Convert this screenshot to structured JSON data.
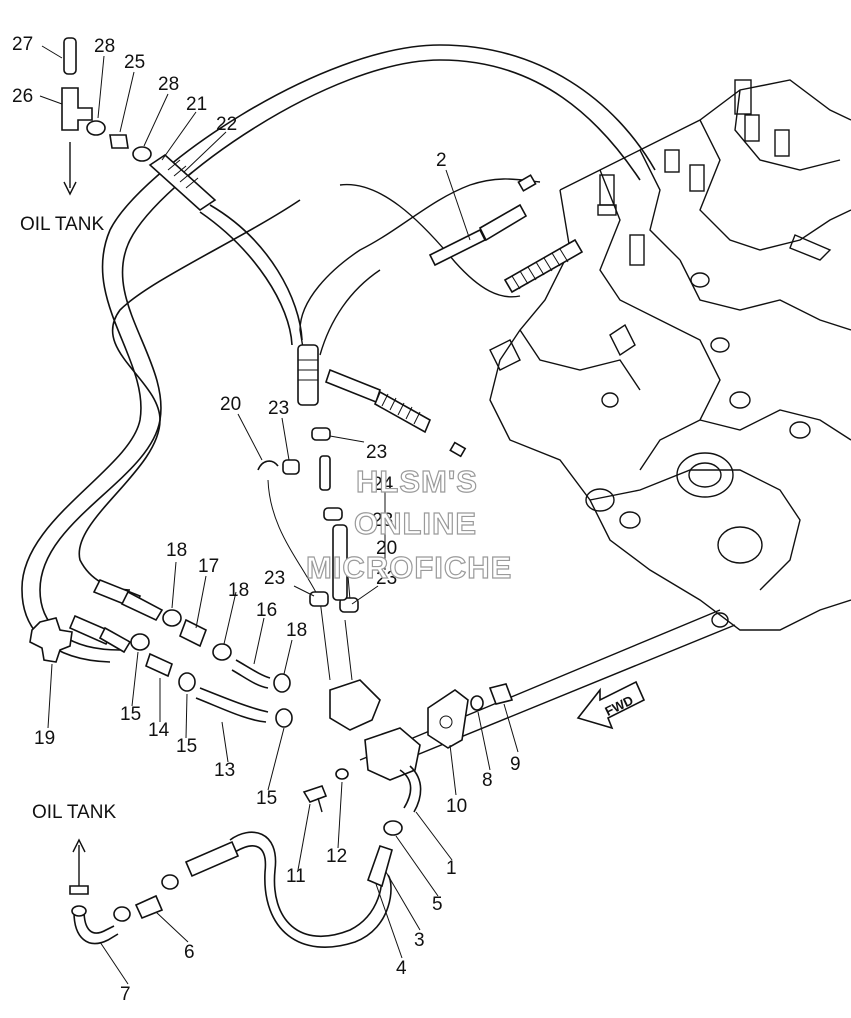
{
  "callouts": {
    "c1": "1",
    "c2": "2",
    "c3": "3",
    "c4": "4",
    "c5": "5",
    "c6": "6",
    "c7": "7",
    "c8": "8",
    "c9": "9",
    "c10": "10",
    "c11": "11",
    "c12": "12",
    "c13": "13",
    "c14": "14",
    "c15a": "15",
    "c15b": "15",
    "c15c": "15",
    "c16": "16",
    "c17": "17",
    "c18a": "18",
    "c18b": "18",
    "c18c": "18",
    "c19": "19",
    "c20a": "20",
    "c20b": "20",
    "c21": "21",
    "c22": "22",
    "c23a": "23",
    "c23b": "23",
    "c23c": "23",
    "c23d": "23",
    "c23e": "23",
    "c24": "24",
    "c25": "25",
    "c26": "26",
    "c27": "27",
    "c28a": "28",
    "c28b": "28"
  },
  "captions": {
    "oil_tank_top": "OIL TANK",
    "oil_tank_bottom": "OIL TANK",
    "fwd": "FWD"
  },
  "watermark": {
    "line1": "HLSM'S",
    "line2": "ONLINE",
    "line3": "MICROFICHE"
  }
}
